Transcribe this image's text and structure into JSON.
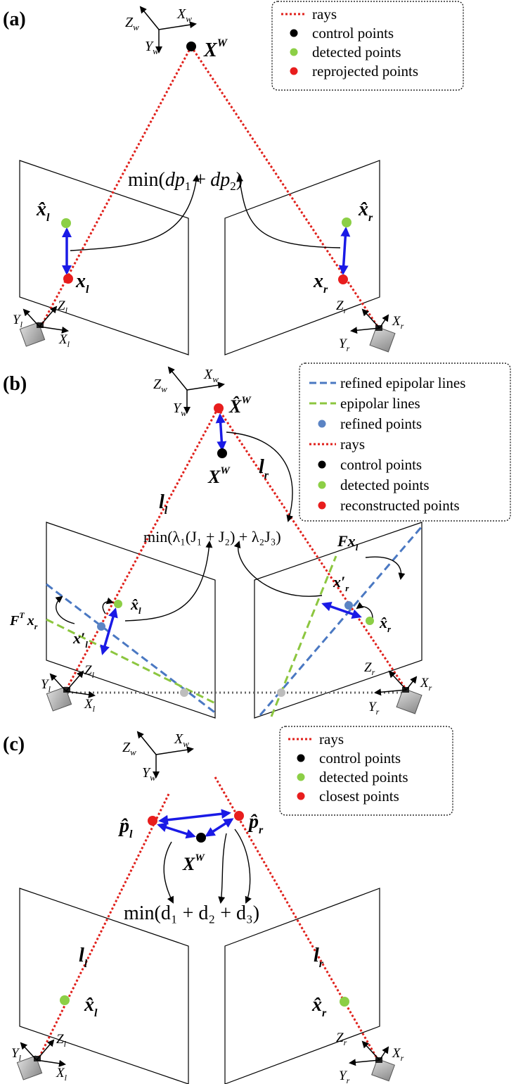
{
  "colors": {
    "ray": "#e0201b",
    "control": "#000000",
    "detected": "#8ccf46",
    "reprojected": "#e81d1d",
    "refined": "#5b84c4",
    "refined_line": "#4a78c2",
    "epipolar_line": "#8cc63f",
    "arrow": "#1a1ae6",
    "gray_point": "#bdbdbd"
  },
  "panels": [
    {
      "label": "(a)",
      "world_axes": {
        "x": "X",
        "x_sub": "w",
        "y": "Y",
        "y_sub": "w",
        "z": "Z",
        "z_sub": "w"
      },
      "point_label": "X",
      "point_sup": "W",
      "objective": {
        "text": "min(",
        "a": "dp",
        "a_sub": "1",
        "plus": "+",
        "b": "dp",
        "b_sub": "2",
        "close": ")"
      },
      "labels": {
        "xhat_l": "x̂",
        "xhat_l_sub": "l",
        "xhat_r": "x̂",
        "xhat_r_sub": "r",
        "x_l": "x",
        "x_l_sub": "l",
        "x_r": "x",
        "x_r_sub": "r"
      },
      "cam_left": {
        "x": "X",
        "x_sub": "l",
        "y": "Y",
        "y_sub": "l",
        "z": "Z",
        "z_sub": "l"
      },
      "cam_right": {
        "x": "X",
        "x_sub": "r",
        "y": "Y",
        "y_sub": "r",
        "z": "Z",
        "z_sub": "r"
      },
      "legend": [
        "rays",
        "control points",
        "detected points",
        "reprojected points"
      ]
    },
    {
      "label": "(b)",
      "world_axes": {
        "x": "X",
        "x_sub": "w",
        "y": "Y",
        "y_sub": "w",
        "z": "Z",
        "z_sub": "w"
      },
      "point_hat_label": "X̂",
      "point_hat_sup": "W",
      "point_label": "X",
      "point_sup": "W",
      "ray_l": "l",
      "ray_l_sub": "l",
      "ray_r": "l",
      "ray_r_sub": "r",
      "objective": "min(λ₁(J₁ + J₂) + λ₂J₃)",
      "labels": {
        "Fx": "Fx",
        "Fx_sub": "l",
        "FT": "F",
        "FT_sup": "T",
        "FT_x": "x",
        "FT_sub": "r",
        "xp_l": "x′",
        "xp_l_sub": "l",
        "xp_r": "x′",
        "xp_r_sub": "r",
        "xhat_l": "x̂",
        "xhat_l_sub": "l",
        "xhat_r": "x̂",
        "xhat_r_sub": "r"
      },
      "cam_left": {
        "x": "X",
        "x_sub": "l",
        "y": "Y",
        "y_sub": "l",
        "z": "Z",
        "z_sub": "l"
      },
      "cam_right": {
        "x": "X",
        "x_sub": "r",
        "y": "Y",
        "y_sub": "r",
        "z": "Z",
        "z_sub": "r"
      },
      "legend": [
        "refined epipolar lines",
        "epipolar lines",
        "refined points",
        "rays",
        "control points",
        "detected points",
        "reconstructed points"
      ]
    },
    {
      "label": "(c)",
      "world_axes": {
        "x": "X",
        "x_sub": "w",
        "y": "Y",
        "y_sub": "w",
        "z": "Z",
        "z_sub": "w"
      },
      "point_label": "X",
      "point_sup": "W",
      "p_l": "p̂",
      "p_l_sub": "l",
      "p_r": "p̂",
      "p_r_sub": "r",
      "ray_l": "l",
      "ray_l_sub": "l",
      "ray_r": "l",
      "ray_r_sub": "r",
      "objective": "min(d₁ + d₂ + d₃)",
      "labels": {
        "xhat_l": "x̂",
        "xhat_l_sub": "l",
        "xhat_r": "x̂",
        "xhat_r_sub": "r"
      },
      "cam_left": {
        "x": "X",
        "x_sub": "l",
        "y": "Y",
        "y_sub": "l",
        "z": "Z",
        "z_sub": "l"
      },
      "cam_right": {
        "x": "X",
        "x_sub": "r",
        "y": "Y",
        "y_sub": "r",
        "z": "Z",
        "z_sub": "r"
      },
      "legend": [
        "rays",
        "control points",
        "detected points",
        "closest points"
      ]
    }
  ]
}
